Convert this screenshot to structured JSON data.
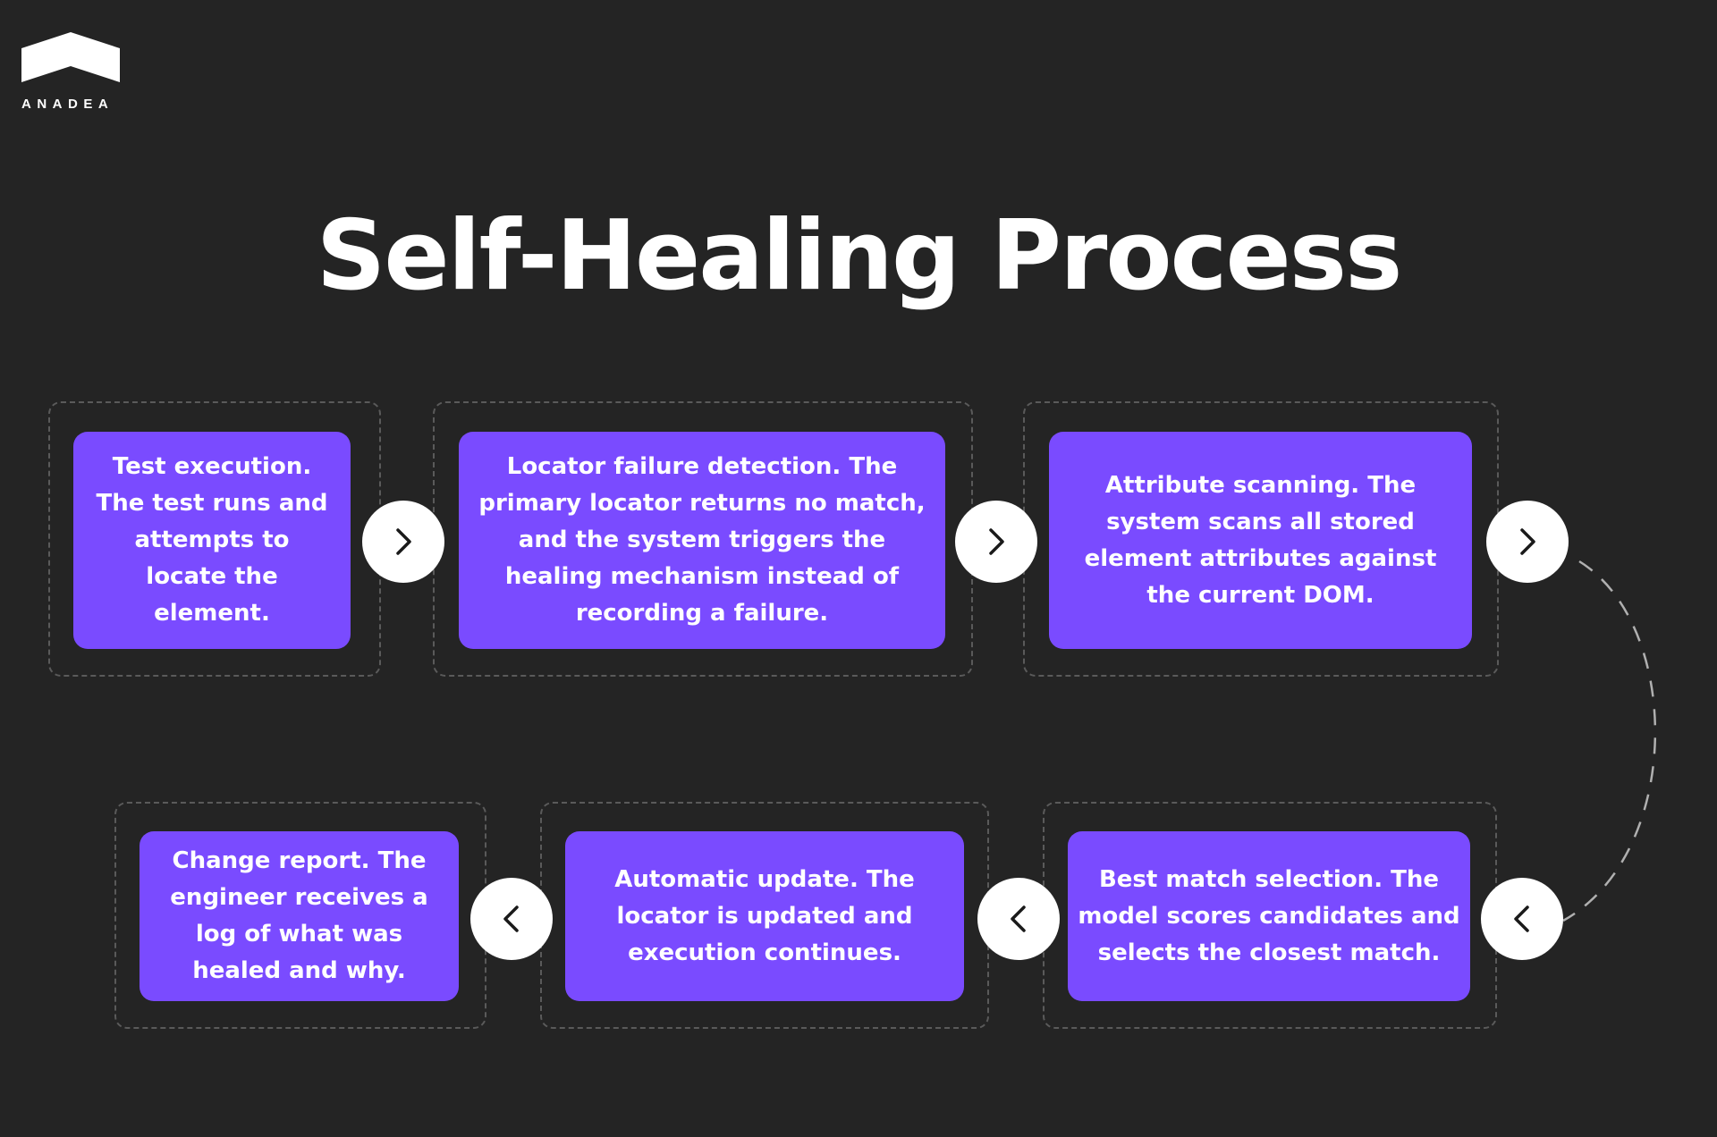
{
  "brand": {
    "name": "ANADEA",
    "logo_icon": "anadea-roof-logo"
  },
  "title": "Self-Healing Process",
  "colors": {
    "background": "#242424",
    "card": "#7a4bff",
    "text": "#ffffff",
    "dashed_border": "#5a5a5a",
    "arrow_circle": "#ffffff",
    "arrow_icon": "#1a1a1a"
  },
  "steps": [
    {
      "label": "Test execution. The test runs and attempts to locate the element."
    },
    {
      "label": "Locator failure detection. The primary locator returns no match, and the system triggers the healing mechanism instead of recording a failure."
    },
    {
      "label": "Attribute scanning. The system scans all stored element attributes against the current DOM."
    },
    {
      "label": "Best match selection. The model scores candidates and selects the closest match."
    },
    {
      "label": "Automatic update. The locator is updated and execution continues."
    },
    {
      "label": "Change report. The engineer receives a log of what was healed and why."
    }
  ],
  "arrows": [
    {
      "icon": "chevron-right-icon"
    },
    {
      "icon": "chevron-right-icon"
    },
    {
      "icon": "chevron-right-icon"
    },
    {
      "icon": "chevron-left-icon"
    },
    {
      "icon": "chevron-left-icon"
    },
    {
      "icon": "chevron-left-icon"
    }
  ]
}
